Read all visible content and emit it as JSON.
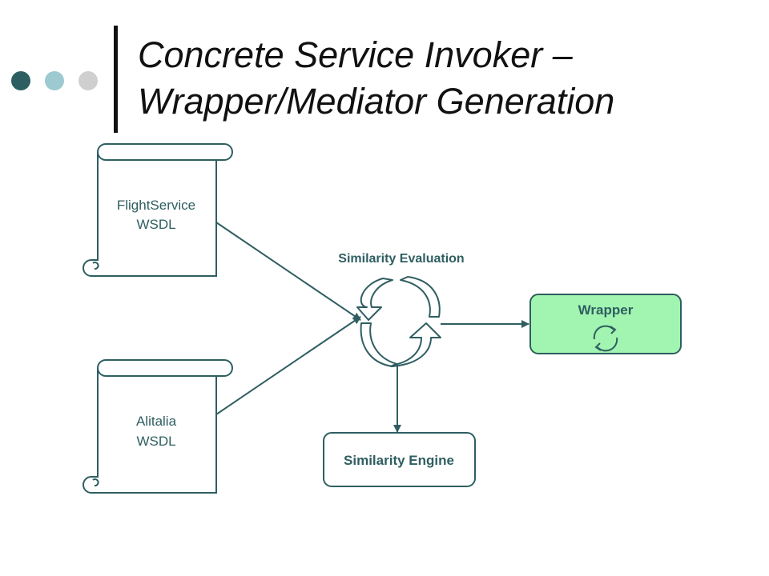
{
  "slide": {
    "title_line1": "Concrete Service Invoker –",
    "title_line2": "Wrapper/Mediator Generation",
    "dots": [
      {
        "color": "#2d5f62"
      },
      {
        "color": "#9ccad0"
      },
      {
        "color": "#cfcfcf"
      }
    ]
  },
  "diagram": {
    "colors": {
      "stroke": "#2f5e61",
      "wrapper_fill": "#a2f5b0"
    },
    "doc_flight": {
      "line1": "FlightService",
      "line2": "WSDL"
    },
    "doc_alitalia": {
      "line1": "Alitalia",
      "line2": "WSDL"
    },
    "evaluation_label": "Similarity Evaluation",
    "evaluation_icon": "refresh-cycle-icon",
    "wrapper": {
      "label": "Wrapper",
      "icon": "refresh-cycle-icon"
    },
    "engine": {
      "label": "Similarity Engine"
    }
  }
}
